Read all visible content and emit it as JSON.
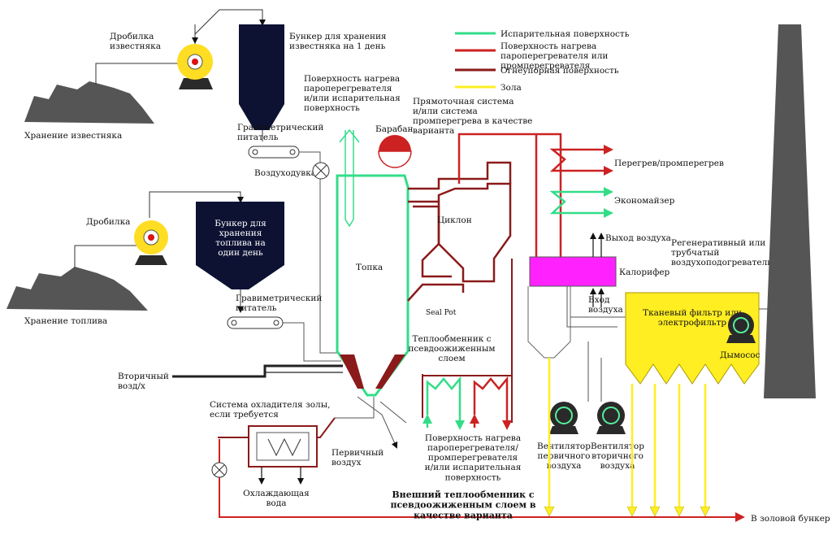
{
  "colors": {
    "evaporative": "#33dd88",
    "superheat": "#cc2222",
    "refractory": "#8b1a1a",
    "ash": "#ffee22",
    "heater": "#ff22ff",
    "bunker": "#0d1233",
    "pile": "#555555",
    "chimney": "#555555",
    "fan": "#2a2a2a",
    "fan_ring": "#55ee99",
    "crusher": "#ffdd22",
    "crusher_dot": "#dd1111"
  },
  "legend": [
    {
      "key": "evaporative",
      "label": "Испарительная поверхность"
    },
    {
      "key": "superheat",
      "label": "Поверхность нагрева пароперегревателя или промперегревателя"
    },
    {
      "key": "refractory",
      "label": "Огнеупорная поверхность"
    },
    {
      "key": "ash",
      "label": "Зола"
    }
  ],
  "labels": {
    "limestone_crusher": "Дробилка известняка",
    "limestone_storage": "Хранение известняка",
    "limestone_bunker": "Бункер для хранения известняка на 1 день",
    "grav_feeder_1": "Гравиметрический питатель",
    "blower": "Воздуходувка",
    "fuel_crusher": "Дробилка",
    "fuel_storage": "Хранение топлива",
    "fuel_bunker": "Бункер для хранения топлива на один день",
    "grav_feeder_2": "Гравиметрический питатель",
    "secondary_air": "Вторичный возд/х",
    "furnace_surface": "Поверхность нагрева пароперегревателя и/или испарительная поверхность",
    "drum": "Барабан",
    "once_through": "Прямоточная система и/или система промперегрева в качестве варианта",
    "cyclone": "Циклон",
    "furnace": "Топка",
    "seal_pot": "Seal Pot",
    "fbhe": "Теплообменник с псевдоожиженным слоем",
    "ash_cooler": "Система охладителя золы, если требуется",
    "primary_air": "Первичный воздух",
    "cooling_water": "Охлаждающая вода",
    "ext_surface": "Поверхность нагрева пароперегревателя/ промперегревателя и/или испарительная поверхность",
    "ext_fbhe": "Внешний теплообменник с псевдоожиженным слоем в качестве варианта",
    "superheater_reheater": "Перегрев/промперегрев",
    "economizer": "Экономайзер",
    "air_out": "Выход воздуха",
    "air_heater": "Калорифер",
    "regen_heater": "Регенеративный или трубчатый воздухоподогреватель",
    "air_in": "Вход воздуха",
    "bag_filter": "Тканевый фильтр или электрофильтр",
    "id_fan": "Дымосос",
    "pa_fan": "Вентилятор первичного воздуха",
    "sa_fan": "Вентилятор вторичного воздуха",
    "to_ash_bunker": "В золовой бункер"
  }
}
